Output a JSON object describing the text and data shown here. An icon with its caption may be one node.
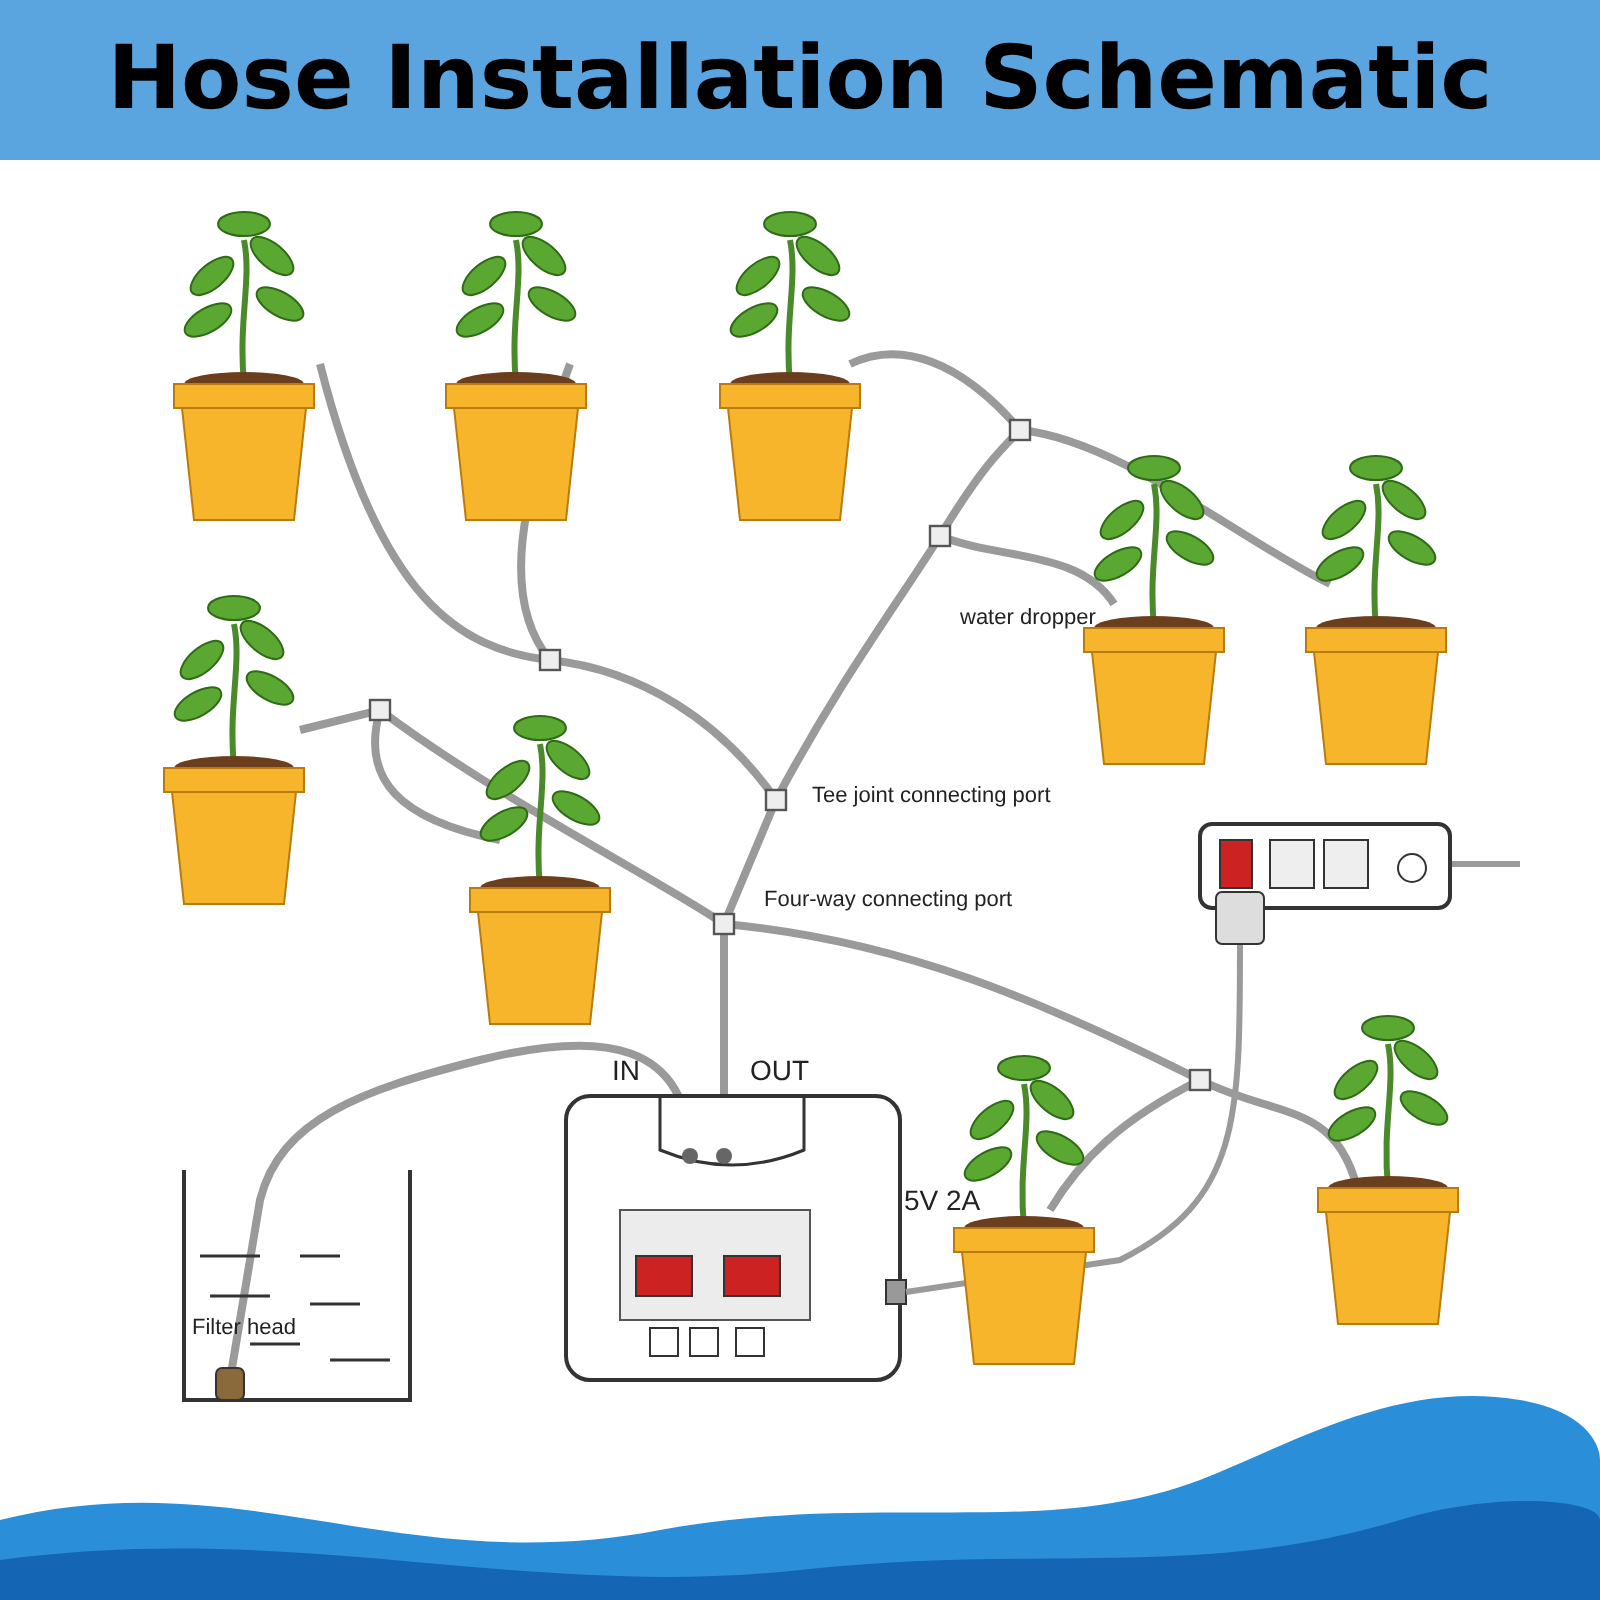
{
  "diagram": {
    "title": "Hose Installation Schematic",
    "labels": [
      "water dropper",
      "Tee joint connecting port",
      "Four-way connecting port",
      "IN",
      "OUT",
      "5V 2A",
      "Filter head"
    ]
  }
}
